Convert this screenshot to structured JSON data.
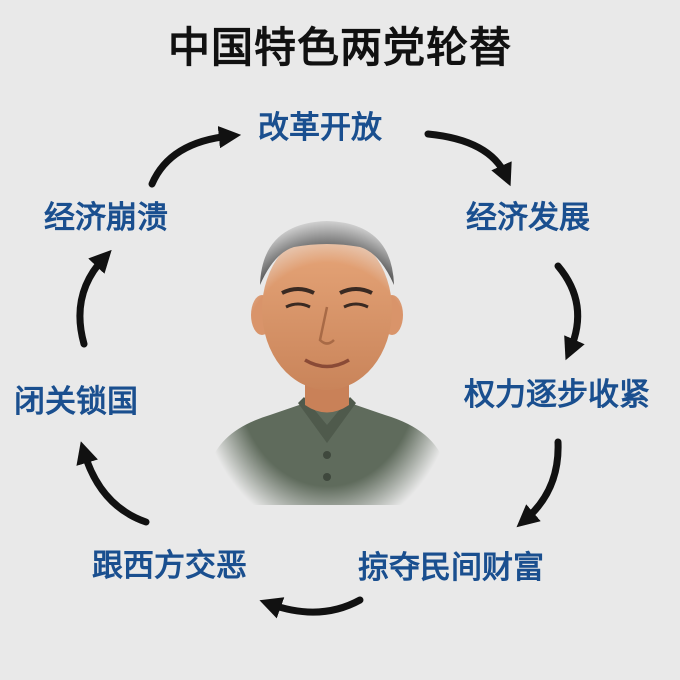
{
  "title": "中国特色两党轮替",
  "cycle": [
    {
      "label": "改革开放"
    },
    {
      "label": "经济发展"
    },
    {
      "label": "权力逐步收紧"
    },
    {
      "label": "掠夺民间财富"
    },
    {
      "label": "跟西方交恶"
    },
    {
      "label": "闭关锁国"
    },
    {
      "label": "经济崩溃"
    }
  ],
  "colors": {
    "background": "#e9e9e9",
    "title": "#111111",
    "node_text": "#1a4f8f",
    "arrow": "#111111",
    "uniform": "#5f6b5c"
  }
}
